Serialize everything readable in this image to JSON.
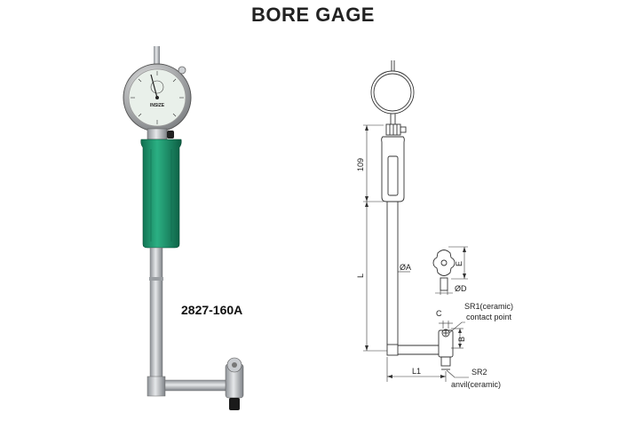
{
  "title": "BORE GAGE",
  "model": "2827-160A",
  "photo": {
    "dial_brand": "INSIZE",
    "handle_color": "#1a8a64",
    "rod_color": "#b9bcc0"
  },
  "drawing": {
    "dim_109": "109",
    "dim_L": "L",
    "dim_A": "ØA",
    "dim_E": "E",
    "dim_D": "ØD",
    "dim_C": "C",
    "dim_B": "B",
    "dim_L1": "L1",
    "sr1_line1": "SR1(ceramic)",
    "sr1_line2": "contact point",
    "sr2_line1": "SR2",
    "sr2_line2": "anvil(ceramic)"
  }
}
